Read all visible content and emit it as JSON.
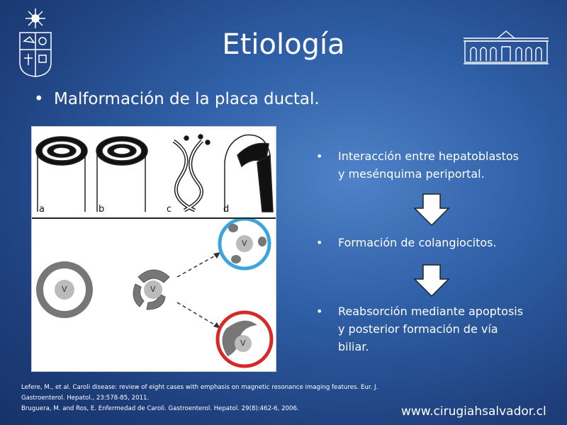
{
  "slide": {
    "title": "Etiología",
    "main_bullet": "Malformación de la placa ductal.",
    "figure_labels": [
      "a",
      "b",
      "c",
      "d"
    ],
    "figure_vessel_label": "V",
    "right_bullets": [
      {
        "line1": "Interacción entre hepatoblastos",
        "line2": "y mesénquima periportal."
      },
      {
        "line1": "Formación de colangiocitos.",
        "line2": ""
      },
      {
        "line1": "Reabsorción mediante apoptosis",
        "line2": "y posterior formación de vía",
        "line3": "biliar."
      }
    ],
    "references": [
      "Lefere, M., et al. Caroli disease: review of eight cases with emphasis on magnetic resonance imaging features. Eur. J.",
      "Gastroenterol. Hepatol., 23:578-85, 2011.",
      "Bruguera, M. and Ros, E. Enfermedad de Caroli. Gastroenterol. Hepatol. 29(8):462-6, 2006."
    ],
    "website": "www.cirugiahsalvador.cl",
    "bullet_symbol": "•",
    "colors": {
      "background": "#2f5fa6",
      "circle_blue": "#3aa6dd",
      "circle_red": "#d42a2a",
      "cell_gray": "#777777"
    }
  }
}
